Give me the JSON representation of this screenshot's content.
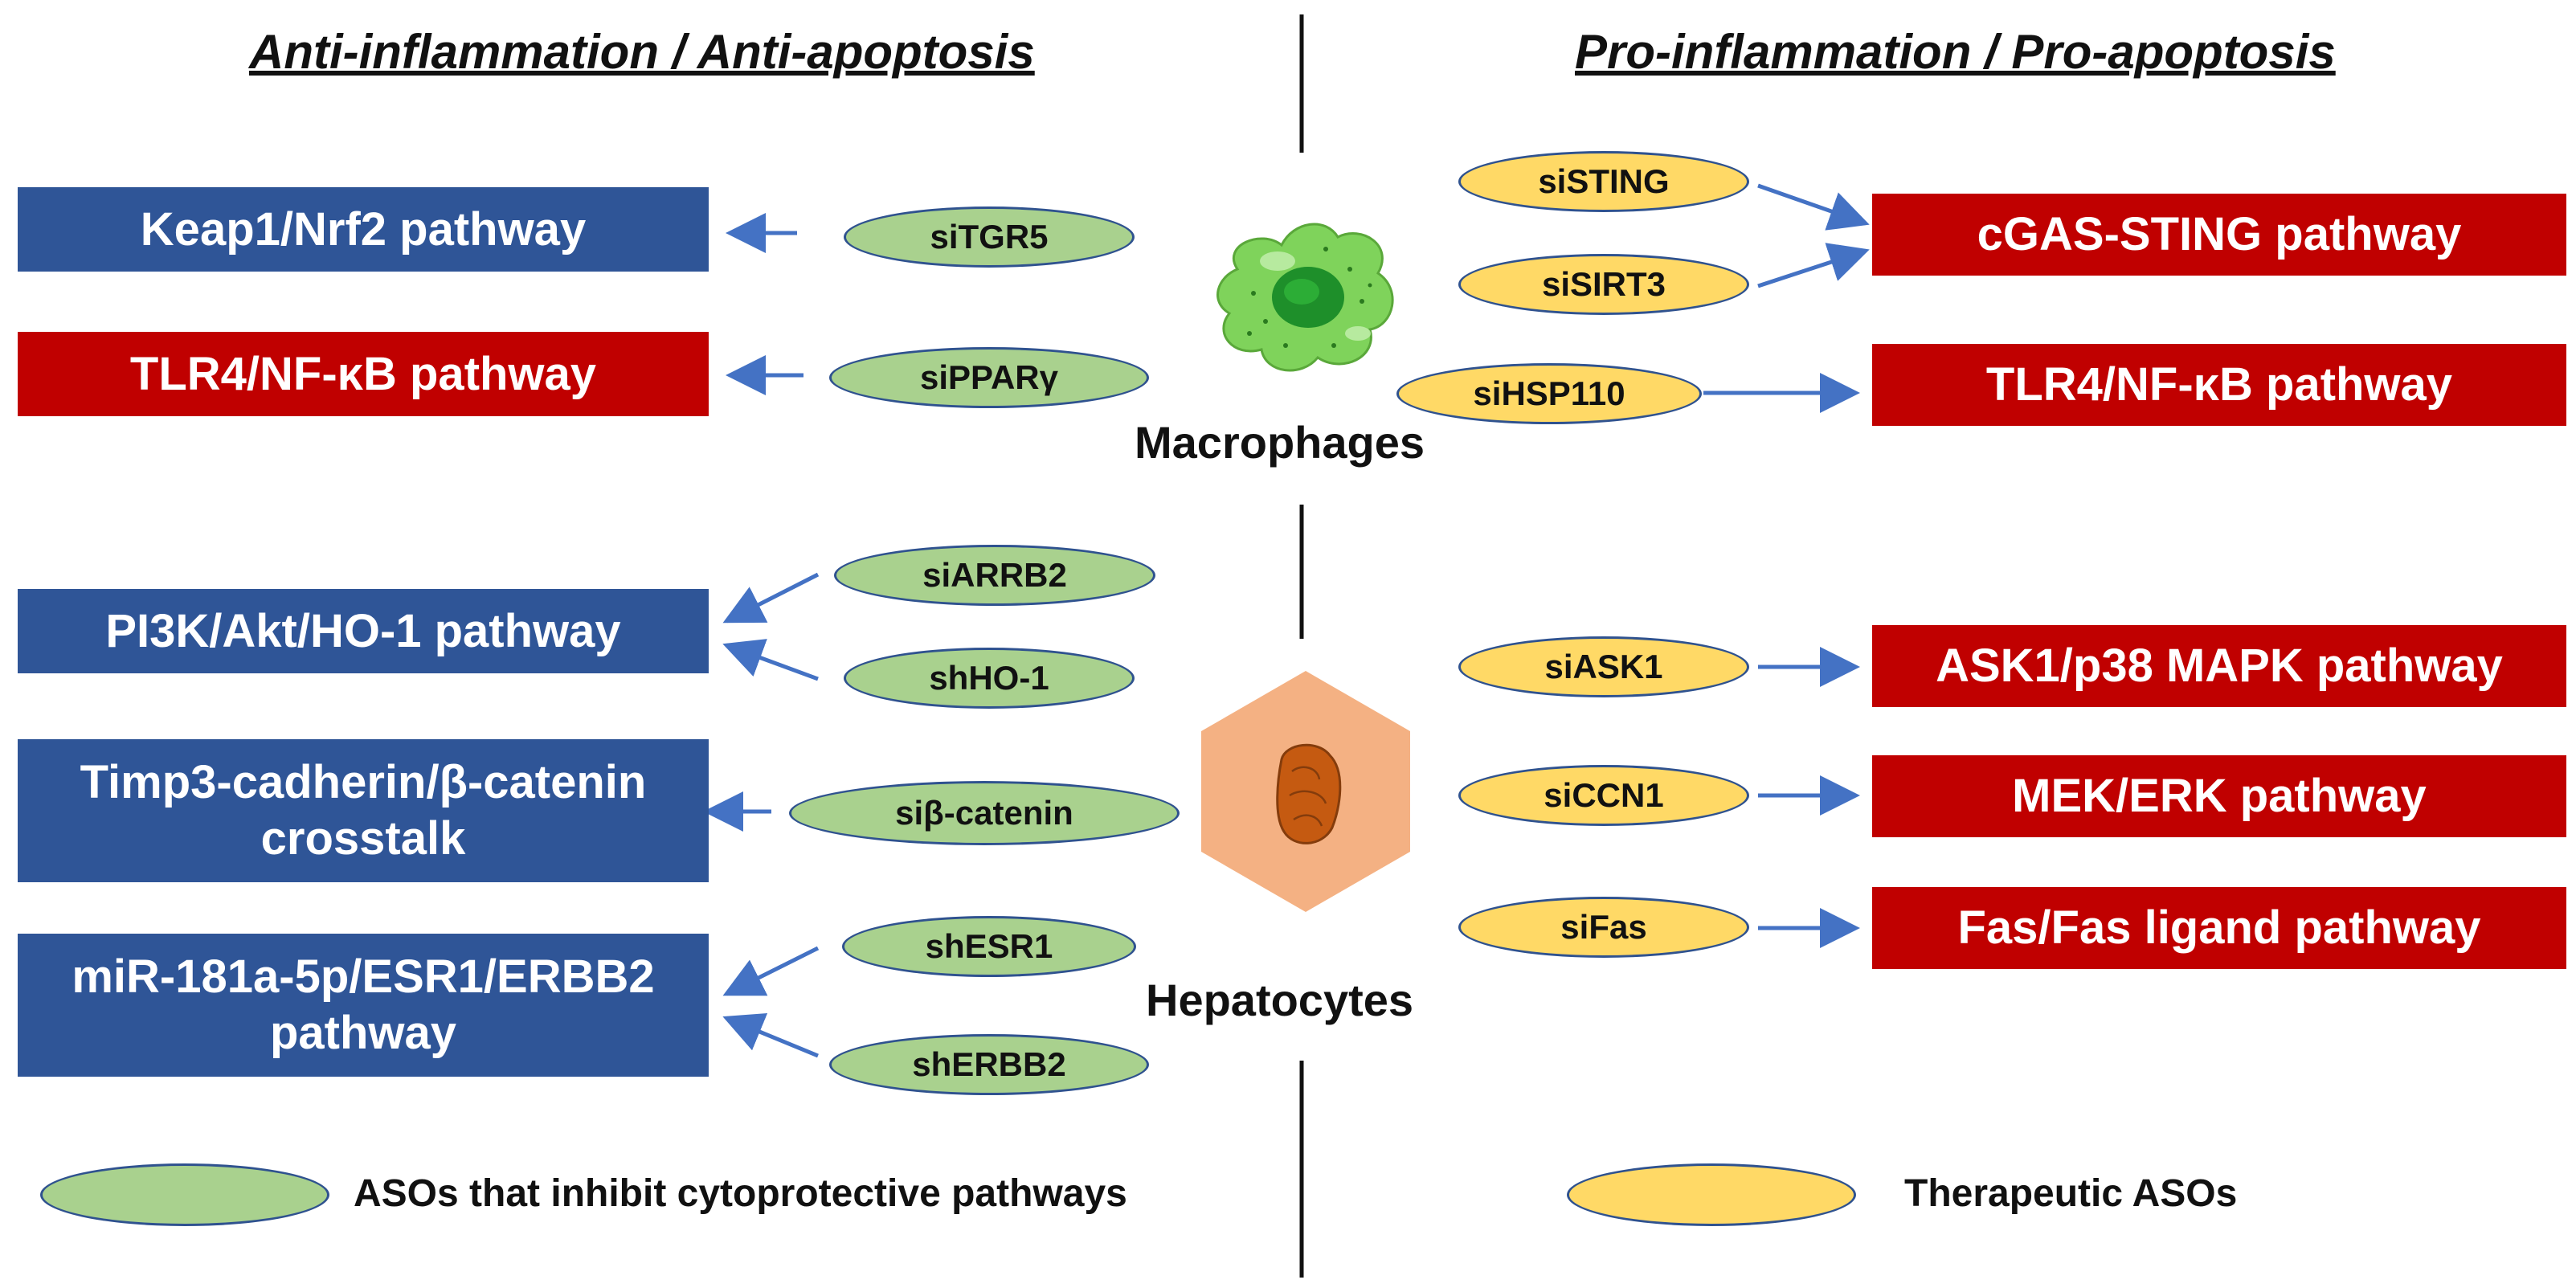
{
  "headings": {
    "left": "Anti-inflammation / Anti-apoptosis",
    "right": "Pro-inflammation / Pro-apoptosis"
  },
  "cells": {
    "macrophages": "Macrophages",
    "hepatocytes": "Hepatocytes"
  },
  "left_pathways": [
    "Keap1/Nrf2 pathway",
    "TLR4/NF-κB pathway",
    "PI3K/Akt/HO-1 pathway",
    "Timp3-cadherin/β-catenin crosstalk",
    "miR-181a-5p/ESR1/ERBB2 pathway"
  ],
  "left_asos": [
    "siTGR5",
    "siPPARγ",
    "siARRB2",
    "shHO-1",
    "siβ-catenin",
    "shESR1",
    "shERBB2"
  ],
  "right_asos": [
    "siSTING",
    "siSIRT3",
    "siHSP110",
    "siASK1",
    "siCCN1",
    "siFas"
  ],
  "right_pathways": [
    "cGAS-STING pathway",
    "TLR4/NF-κB pathway",
    "ASK1/p38 MAPK pathway",
    "MEK/ERK pathway",
    "Fas/Fas ligand pathway"
  ],
  "legend": {
    "green_label": "ASOs that inhibit cytoprotective pathways",
    "yellow_label": "Therapeutic ASOs"
  },
  "colors": {
    "blue_box": "#2f5597",
    "red_box": "#c00000",
    "green_oval": "#a9d18e",
    "yellow_oval": "#ffd966",
    "arrow": "#4472c4",
    "hepatocyte": "#f4b183",
    "macrophage": "#7fd35b"
  },
  "icons": {
    "macrophage": "macrophage-cell-icon",
    "hepatocyte": "hepatocyte-hexagon-icon"
  }
}
